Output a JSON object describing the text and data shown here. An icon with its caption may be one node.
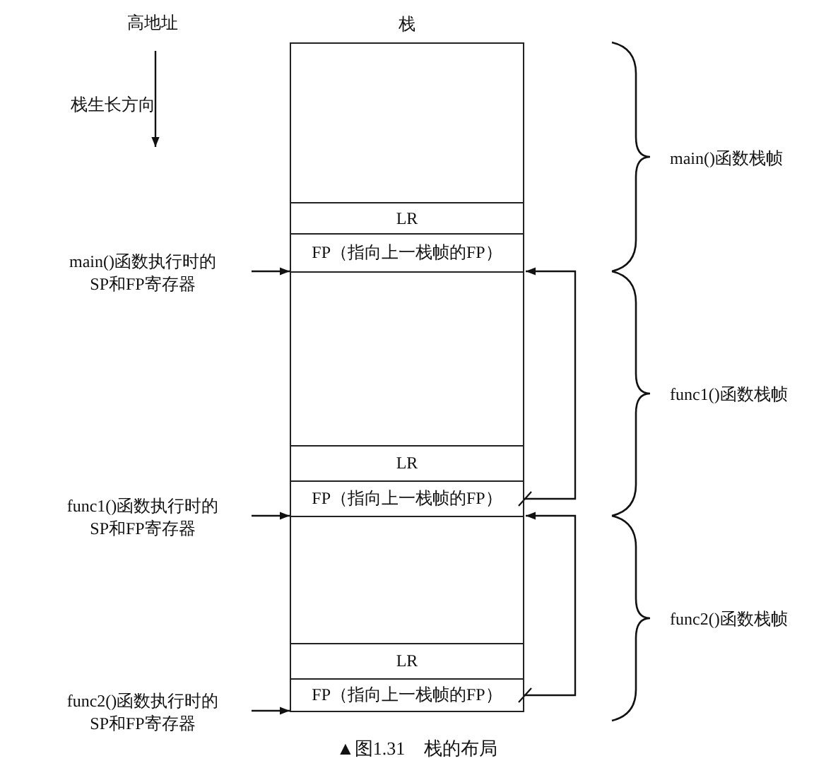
{
  "diagram": {
    "caption": "▲图1.31 栈的布局",
    "nodes": [
      {
        "text": [
          "栈"
        ]
      },
      {
        "text": [
          "LR"
        ],
        "in": 0
      },
      {
        "text": [
          "FP（指向上一栈帧的FP）"
        ],
        "in": 0
      },
      {
        "text": [
          "LR"
        ],
        "in": 0
      },
      {
        "text": [
          "FP（指向上一栈帧的FP）"
        ],
        "in": 0
      },
      {
        "text": [
          "LR"
        ],
        "in": 0
      },
      {
        "text": [
          "FP（指向上一栈帧的FP）"
        ],
        "in": 0
      },
      {
        "text": [
          "main()函数执行时的 SP和FP寄存器"
        ]
      },
      {
        "text": [
          "func1()函数执行时的 SP和FP寄存器"
        ]
      },
      {
        "text": [
          "func2()函数执行时的 SP和FP寄存器"
        ]
      }
    ],
    "edges": [
      {
        "from": 7,
        "to": 2,
        "arrow": "to"
      },
      {
        "from": 4,
        "to": 2,
        "arrow": "to"
      },
      {
        "from": 8,
        "to": 4,
        "arrow": "to"
      },
      {
        "from": 6,
        "to": 4,
        "arrow": "to"
      },
      {
        "from": 9,
        "to": 6,
        "arrow": "to"
      }
    ],
    "labels": [
      "高地址",
      "栈生长方向",
      "main()函数栈帧",
      "func1()函数栈帧",
      "func2()函数栈帧"
    ]
  }
}
